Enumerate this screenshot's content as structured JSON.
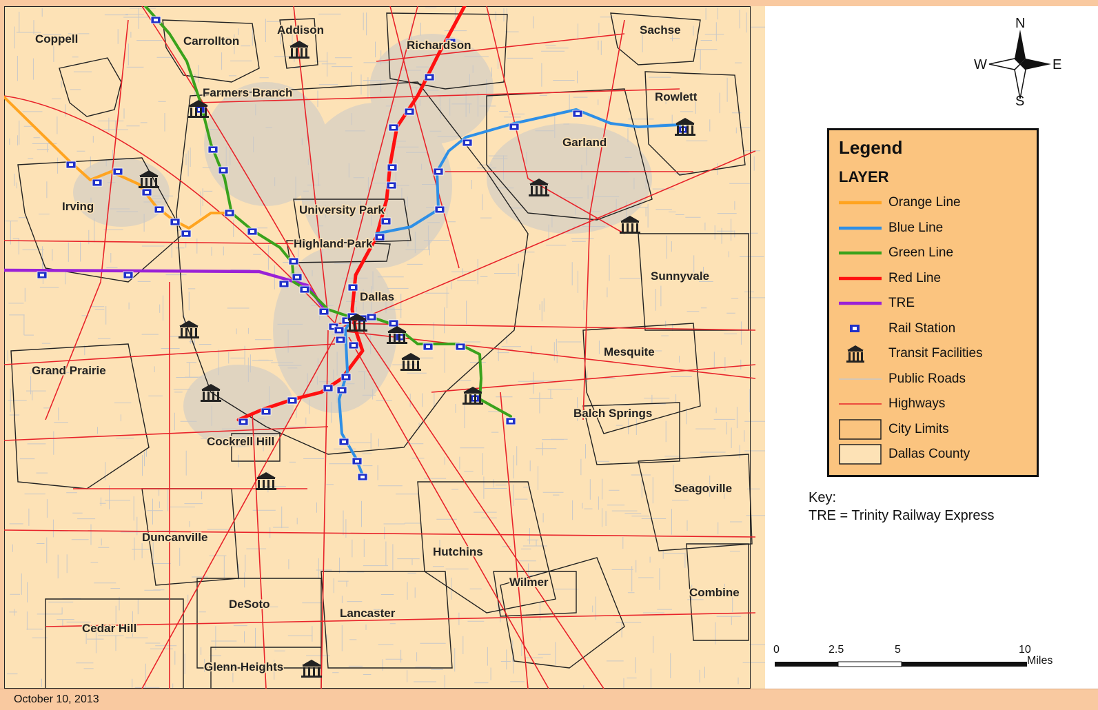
{
  "map": {
    "cities": [
      {
        "name": "Coppell"
      },
      {
        "name": "Carrollton"
      },
      {
        "name": "Addison"
      },
      {
        "name": "Richardson"
      },
      {
        "name": "Sachse"
      },
      {
        "name": "Rowlett"
      },
      {
        "name": "Farmers Branch"
      },
      {
        "name": "Garland"
      },
      {
        "name": "Irving"
      },
      {
        "name": "University Park"
      },
      {
        "name": "Highland Park"
      },
      {
        "name": "Dallas"
      },
      {
        "name": "Sunnyvale"
      },
      {
        "name": "Mesquite"
      },
      {
        "name": "Grand Prairie"
      },
      {
        "name": "Balch Springs"
      },
      {
        "name": "Cockrell Hill"
      },
      {
        "name": "Seagoville"
      },
      {
        "name": "Duncanville"
      },
      {
        "name": "Hutchins"
      },
      {
        "name": "Wilmer"
      },
      {
        "name": "Combine"
      },
      {
        "name": "DeSoto"
      },
      {
        "name": "Lancaster"
      },
      {
        "name": "Cedar Hill"
      },
      {
        "name": "Glenn Heights"
      }
    ],
    "colors": {
      "county_fill": "#fde2b6",
      "orange_line": "#ffa420",
      "blue_line": "#2e8fe6",
      "green_line": "#3aa21c",
      "red_line": "#ff1010",
      "tre": "#9a22d6",
      "highways": "#e8232a",
      "public_roads": "#c8c8c8",
      "city_limits": "#222222",
      "rail_station": "#2030c8"
    }
  },
  "compass": {
    "n": "N",
    "s": "S",
    "e": "E",
    "w": "W"
  },
  "legend": {
    "title": "Legend",
    "layer_heading": "LAYER",
    "items": [
      {
        "label": "Orange Line",
        "symbol": "line",
        "color": "#ffa420"
      },
      {
        "label": "Blue Line",
        "symbol": "line",
        "color": "#2e8fe6"
      },
      {
        "label": "Green Line",
        "symbol": "line",
        "color": "#3aa21c"
      },
      {
        "label": "Red Line",
        "symbol": "line",
        "color": "#ff1010"
      },
      {
        "label": "TRE",
        "symbol": "line",
        "color": "#9a22d6"
      },
      {
        "label": "Rail Station",
        "symbol": "rail-station-icon",
        "color": "#2030c8"
      },
      {
        "label": "Transit Facilities",
        "symbol": "transit-facility-icon",
        "color": "#222222"
      },
      {
        "label": "Public Roads",
        "symbol": "thin-line",
        "color": "#c8c8c8"
      },
      {
        "label": "Highways",
        "symbol": "thin-line",
        "color": "#e8232a"
      },
      {
        "label": "City Limits",
        "symbol": "polygon-outline",
        "color": "#222222"
      },
      {
        "label": "Dallas County",
        "symbol": "polygon-filled",
        "color": "#fde2b6"
      }
    ]
  },
  "key": {
    "heading": "Key:",
    "text": "TRE = Trinity Railway Express"
  },
  "scale": {
    "ticks": [
      "0",
      "2.5",
      "5",
      "10"
    ],
    "unit": "Miles"
  },
  "footer": {
    "date": "October 10, 2013"
  }
}
